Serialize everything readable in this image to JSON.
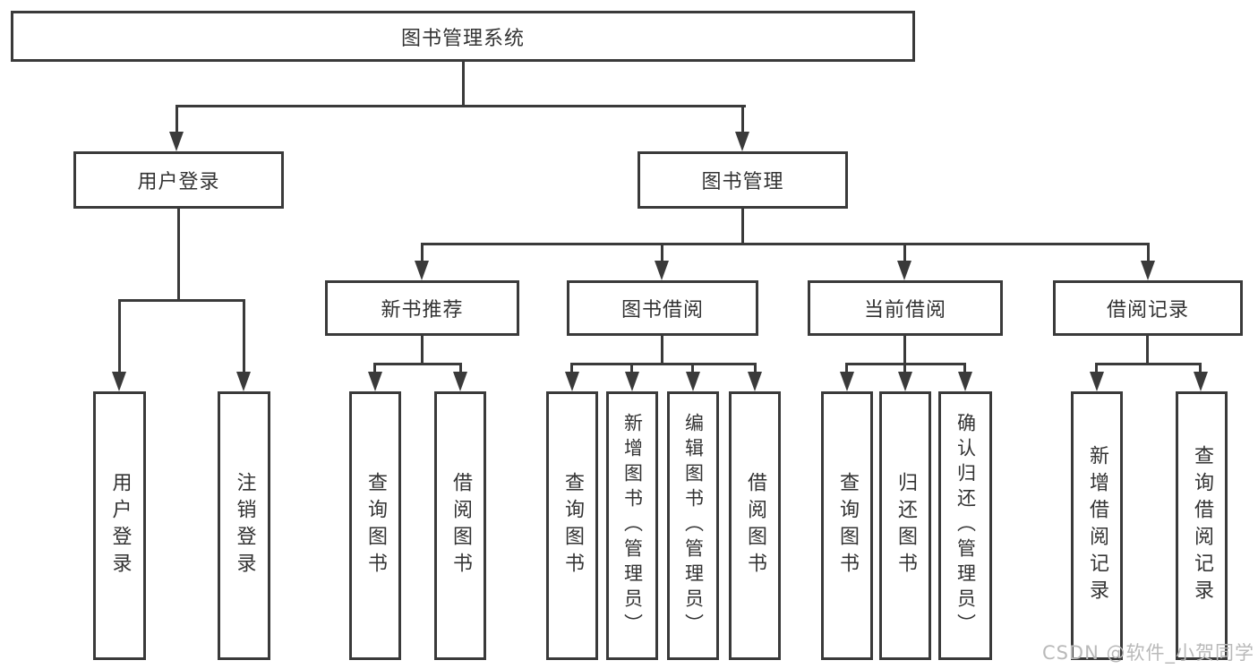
{
  "diagram": {
    "title": "图书管理系统",
    "level2": {
      "user_login": "用户登录",
      "book_management": "图书管理"
    },
    "level3": {
      "new_book_recommend": "新书推荐",
      "book_borrow": "图书借阅",
      "current_borrow": "当前借阅",
      "borrow_records": "借阅记录"
    },
    "leaves": {
      "login": [
        "用户登录",
        "注销登录"
      ],
      "recommend": [
        "查询图书",
        "借阅图书"
      ],
      "borrow": [
        "查询图书",
        "新增图书（管理员）",
        "编辑图书（管理员）",
        "借阅图书"
      ],
      "current": [
        "查询图书",
        "归还图书",
        "确认归还（管理员）"
      ],
      "records": [
        "新增借阅记录",
        "查询借阅记录"
      ]
    },
    "colors": {
      "line": "#3a3a3a",
      "text": "#333333",
      "box_background": "#ffffff",
      "page_background": "#ffffff",
      "watermark": "#b9b9b9"
    }
  },
  "watermark": {
    "text": "CSDN @软件_小贺同学"
  }
}
